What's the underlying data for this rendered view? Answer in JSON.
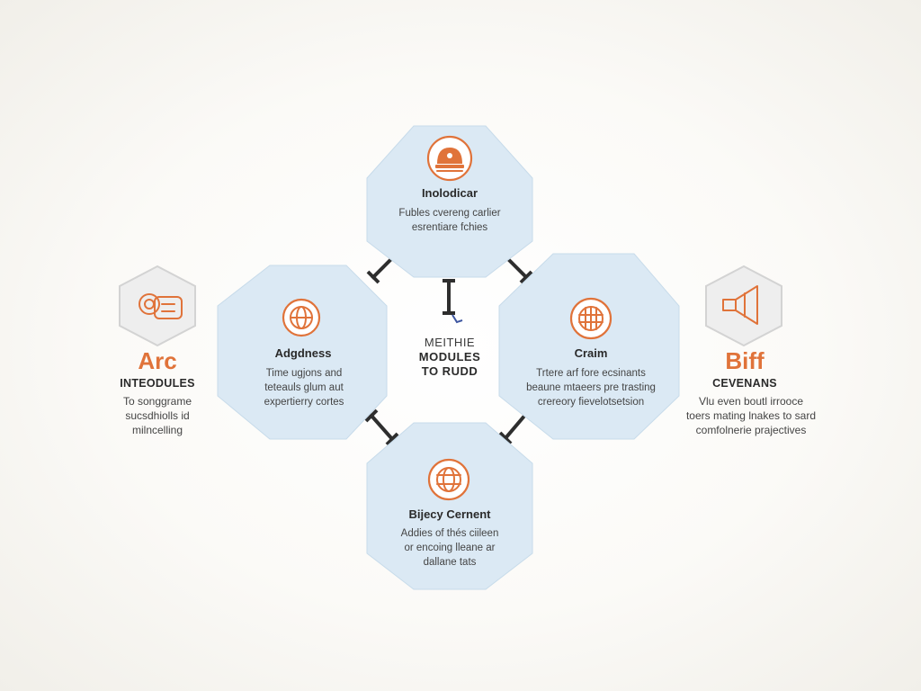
{
  "center": {
    "line1": "MEITHIE",
    "line2": "MODULES",
    "line3": "TO RUDD"
  },
  "modules": {
    "top": {
      "title": "Inolodicar",
      "desc_line1": "Fubles cvereng carlier",
      "desc_line2": "esrentiare fchies",
      "icon": "dome-icon"
    },
    "left": {
      "title": "Adgdness",
      "desc_line1": "Time ugjons and",
      "desc_line2": "teteauls glum aut",
      "desc_line3": "expertierry cortes",
      "icon": "globe-icon"
    },
    "right": {
      "title": "Craim",
      "desc_line1": "Trtere arf fore ecsinants",
      "desc_line2": "beaune mtaeers pre trasting",
      "desc_line3": "crereory fievelotsetsion",
      "icon": "globe-grid-icon"
    },
    "bottom": {
      "title": "Bijecy Cernent",
      "desc_line1": "Addies of thés ciileen",
      "desc_line2": "or encoing lleane ar",
      "desc_line3": "dallane tats",
      "icon": "globe-grid-icon"
    }
  },
  "side_left": {
    "big": "Arc",
    "sub": "INTEODULES",
    "desc_line1": "To songgrame",
    "desc_line2": "sucsdhiolls id",
    "desc_line3": "milncelling",
    "icon": "tickets-icon"
  },
  "side_right": {
    "big": "Biff",
    "sub": "CEVENANS",
    "desc_line1": "Vlu even boutl irrooce",
    "desc_line2": "toers mating lnakes to sard",
    "desc_line3": "comfolnerie prajectives",
    "icon": "megaphone-icon"
  },
  "colors": {
    "accent": "#e0733a",
    "module_fill": "#dbe9f4",
    "connector": "#2e2e2e"
  }
}
